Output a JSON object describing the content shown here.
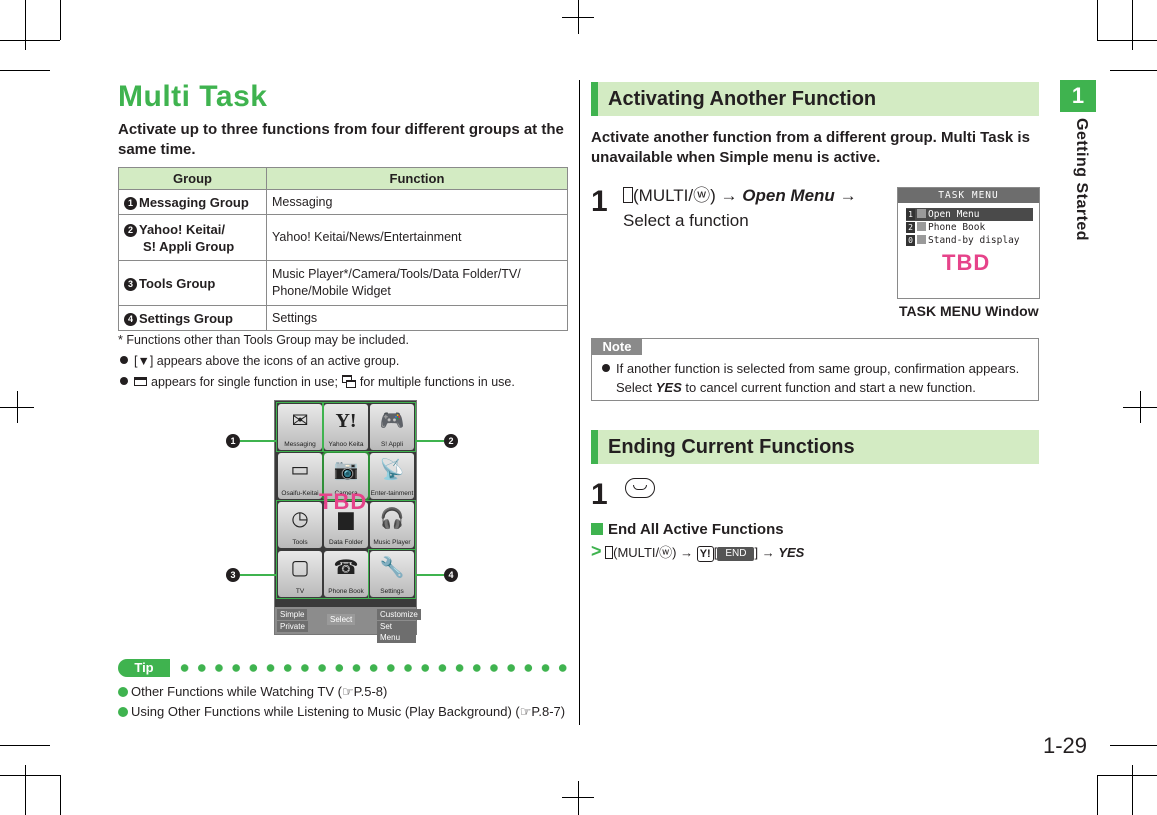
{
  "left": {
    "title": "Multi Task",
    "intro": "Activate up to three functions from four different groups at the same time.",
    "table": {
      "headers": [
        "Group",
        "Function"
      ],
      "rows": [
        {
          "num": "1",
          "group": "Messaging Group",
          "group_line2": "",
          "function": "Messaging",
          "function_line2": ""
        },
        {
          "num": "2",
          "group": "Yahoo! Keitai/",
          "group_line2": "S! Appli Group",
          "function": "Yahoo! Keitai/News/Entertainment",
          "function_line2": ""
        },
        {
          "num": "3",
          "group": "Tools Group",
          "group_line2": "",
          "function": "Music Player*/Camera/Tools/Data Folder/TV/",
          "function_line2": "Phone/Mobile Widget"
        },
        {
          "num": "4",
          "group": "Settings Group",
          "group_line2": "",
          "function": "Settings",
          "function_line2": ""
        }
      ]
    },
    "footnote": "* Functions other than Tools Group may be included.",
    "bullets": [
      "[▼] appears above the icons of an active group.",
      "appears for single function in use;",
      "for multiple functions in use."
    ],
    "phone": {
      "tiles": [
        {
          "label": "Messaging",
          "icon": "✉"
        },
        {
          "label": "Yahoo Keita",
          "icon": "Y!"
        },
        {
          "label": "S! Appli",
          "icon": "🎮"
        },
        {
          "label": "Osaifu-Keitai",
          "icon": "▭"
        },
        {
          "label": "Camera",
          "icon": "📷"
        },
        {
          "label": "Enter-tainment",
          "icon": "📡"
        },
        {
          "label": "Tools",
          "icon": "◷"
        },
        {
          "label": "Data Folder",
          "icon": "▆"
        },
        {
          "label": "Music Player",
          "icon": "🎧"
        },
        {
          "label": "TV",
          "icon": "▢"
        },
        {
          "label": "Phone Book",
          "icon": "☎"
        },
        {
          "label": "Settings",
          "icon": "🔧"
        }
      ],
      "bar": {
        "simple": "Simple",
        "private": "Private",
        "select": "Select",
        "customize": "Customize",
        "set_menu": "Set Menu"
      },
      "watermark": "TBD",
      "callouts": [
        "1",
        "2",
        "3",
        "4"
      ]
    },
    "tip": {
      "label": "Tip",
      "items": [
        "Other Functions while Watching TV (☞P.5-8)",
        "Using Other Functions while Listening to Music (Play Background) (☞P.8-7)"
      ]
    }
  },
  "right": {
    "section1": {
      "heading": "Activating Another Function",
      "intro": "Activate another function from a different group. Multi Task is unavailable when Simple menu is active.",
      "step_num": "1",
      "key": "(MULTI/ⓦ)",
      "arrow": "→",
      "open_menu": "Open Menu",
      "select": "Select a function",
      "task_window": {
        "title": "TASK MENU",
        "rows": [
          {
            "n": "1",
            "text": "Open Menu"
          },
          {
            "n": "2",
            "text": "Phone Book"
          },
          {
            "n": "0",
            "text": "Stand-by display"
          }
        ],
        "watermark": "TBD",
        "caption": "TASK MENU Window"
      },
      "note": {
        "label": "Note",
        "line1": "If another function is selected from same group, confirmation appears.",
        "line2_pre": "Select ",
        "line2_yes": "YES",
        "line2_post": " to cancel current function and start a new function."
      }
    },
    "section2": {
      "heading": "Ending Current Functions",
      "step_num": "1",
      "sub_heading": "End All Active Functions",
      "path_key": "(MULTI/ⓦ)",
      "path_y": "Y!",
      "path_end": "END",
      "path_yes": "YES"
    }
  },
  "side": {
    "chapter_num": "1",
    "chapter_title": "Getting Started",
    "page_number": "1-29"
  },
  "colors": {
    "accent": "#3fb34f",
    "header_fill": "#d3ebc3",
    "watermark": "#e6438a"
  }
}
